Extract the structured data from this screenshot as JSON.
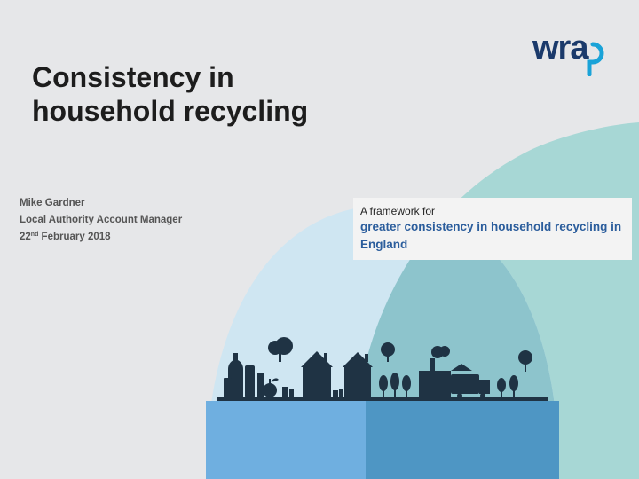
{
  "slide": {
    "title": "Consistency in\nhousehold recycling",
    "presenter_name": "Mike Gardner",
    "presenter_role": "Local Authority Account Manager",
    "date_day": "22",
    "date_suffix": "nd",
    "date_rest": " February 2018",
    "callout_lead": "A framework for",
    "callout_highlight": "greater consistency in household recycling in England",
    "logo_text": "wrap"
  },
  "colors": {
    "background": "#e6e7e9",
    "teal_arc": "#a7d7d5",
    "sky_arc": "#cfe6f2",
    "overlap_arc": "#8dc4cc",
    "ground_light": "#6fafe0",
    "ground_dark": "#4e96c4",
    "silhouette": "#1f3344",
    "logo_blue": "#1b3a6b",
    "logo_teal": "#1aa3d8",
    "highlight_text": "#2b5d9c"
  }
}
